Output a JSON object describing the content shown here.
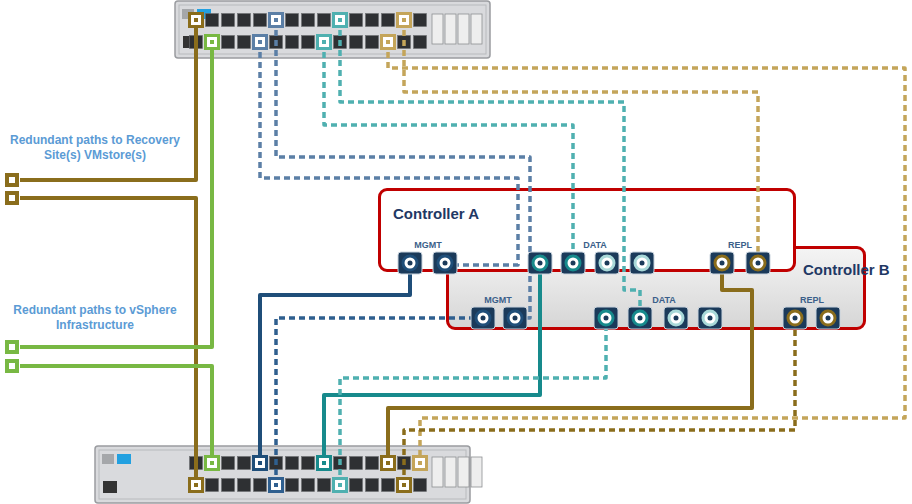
{
  "diagram": {
    "nodes": [
      {
        "text": [
          "Controller A"
        ]
      },
      {
        "text": [
          "Controller B"
        ]
      }
    ],
    "labels": [
      "Redundant paths to Recovery Site(s) VMstore(s)",
      "Redundant paths to vSphere Infrastructure",
      "MGMT",
      "DATA",
      "REPL",
      "MGMT",
      "DATA",
      "REPL"
    ]
  }
}
